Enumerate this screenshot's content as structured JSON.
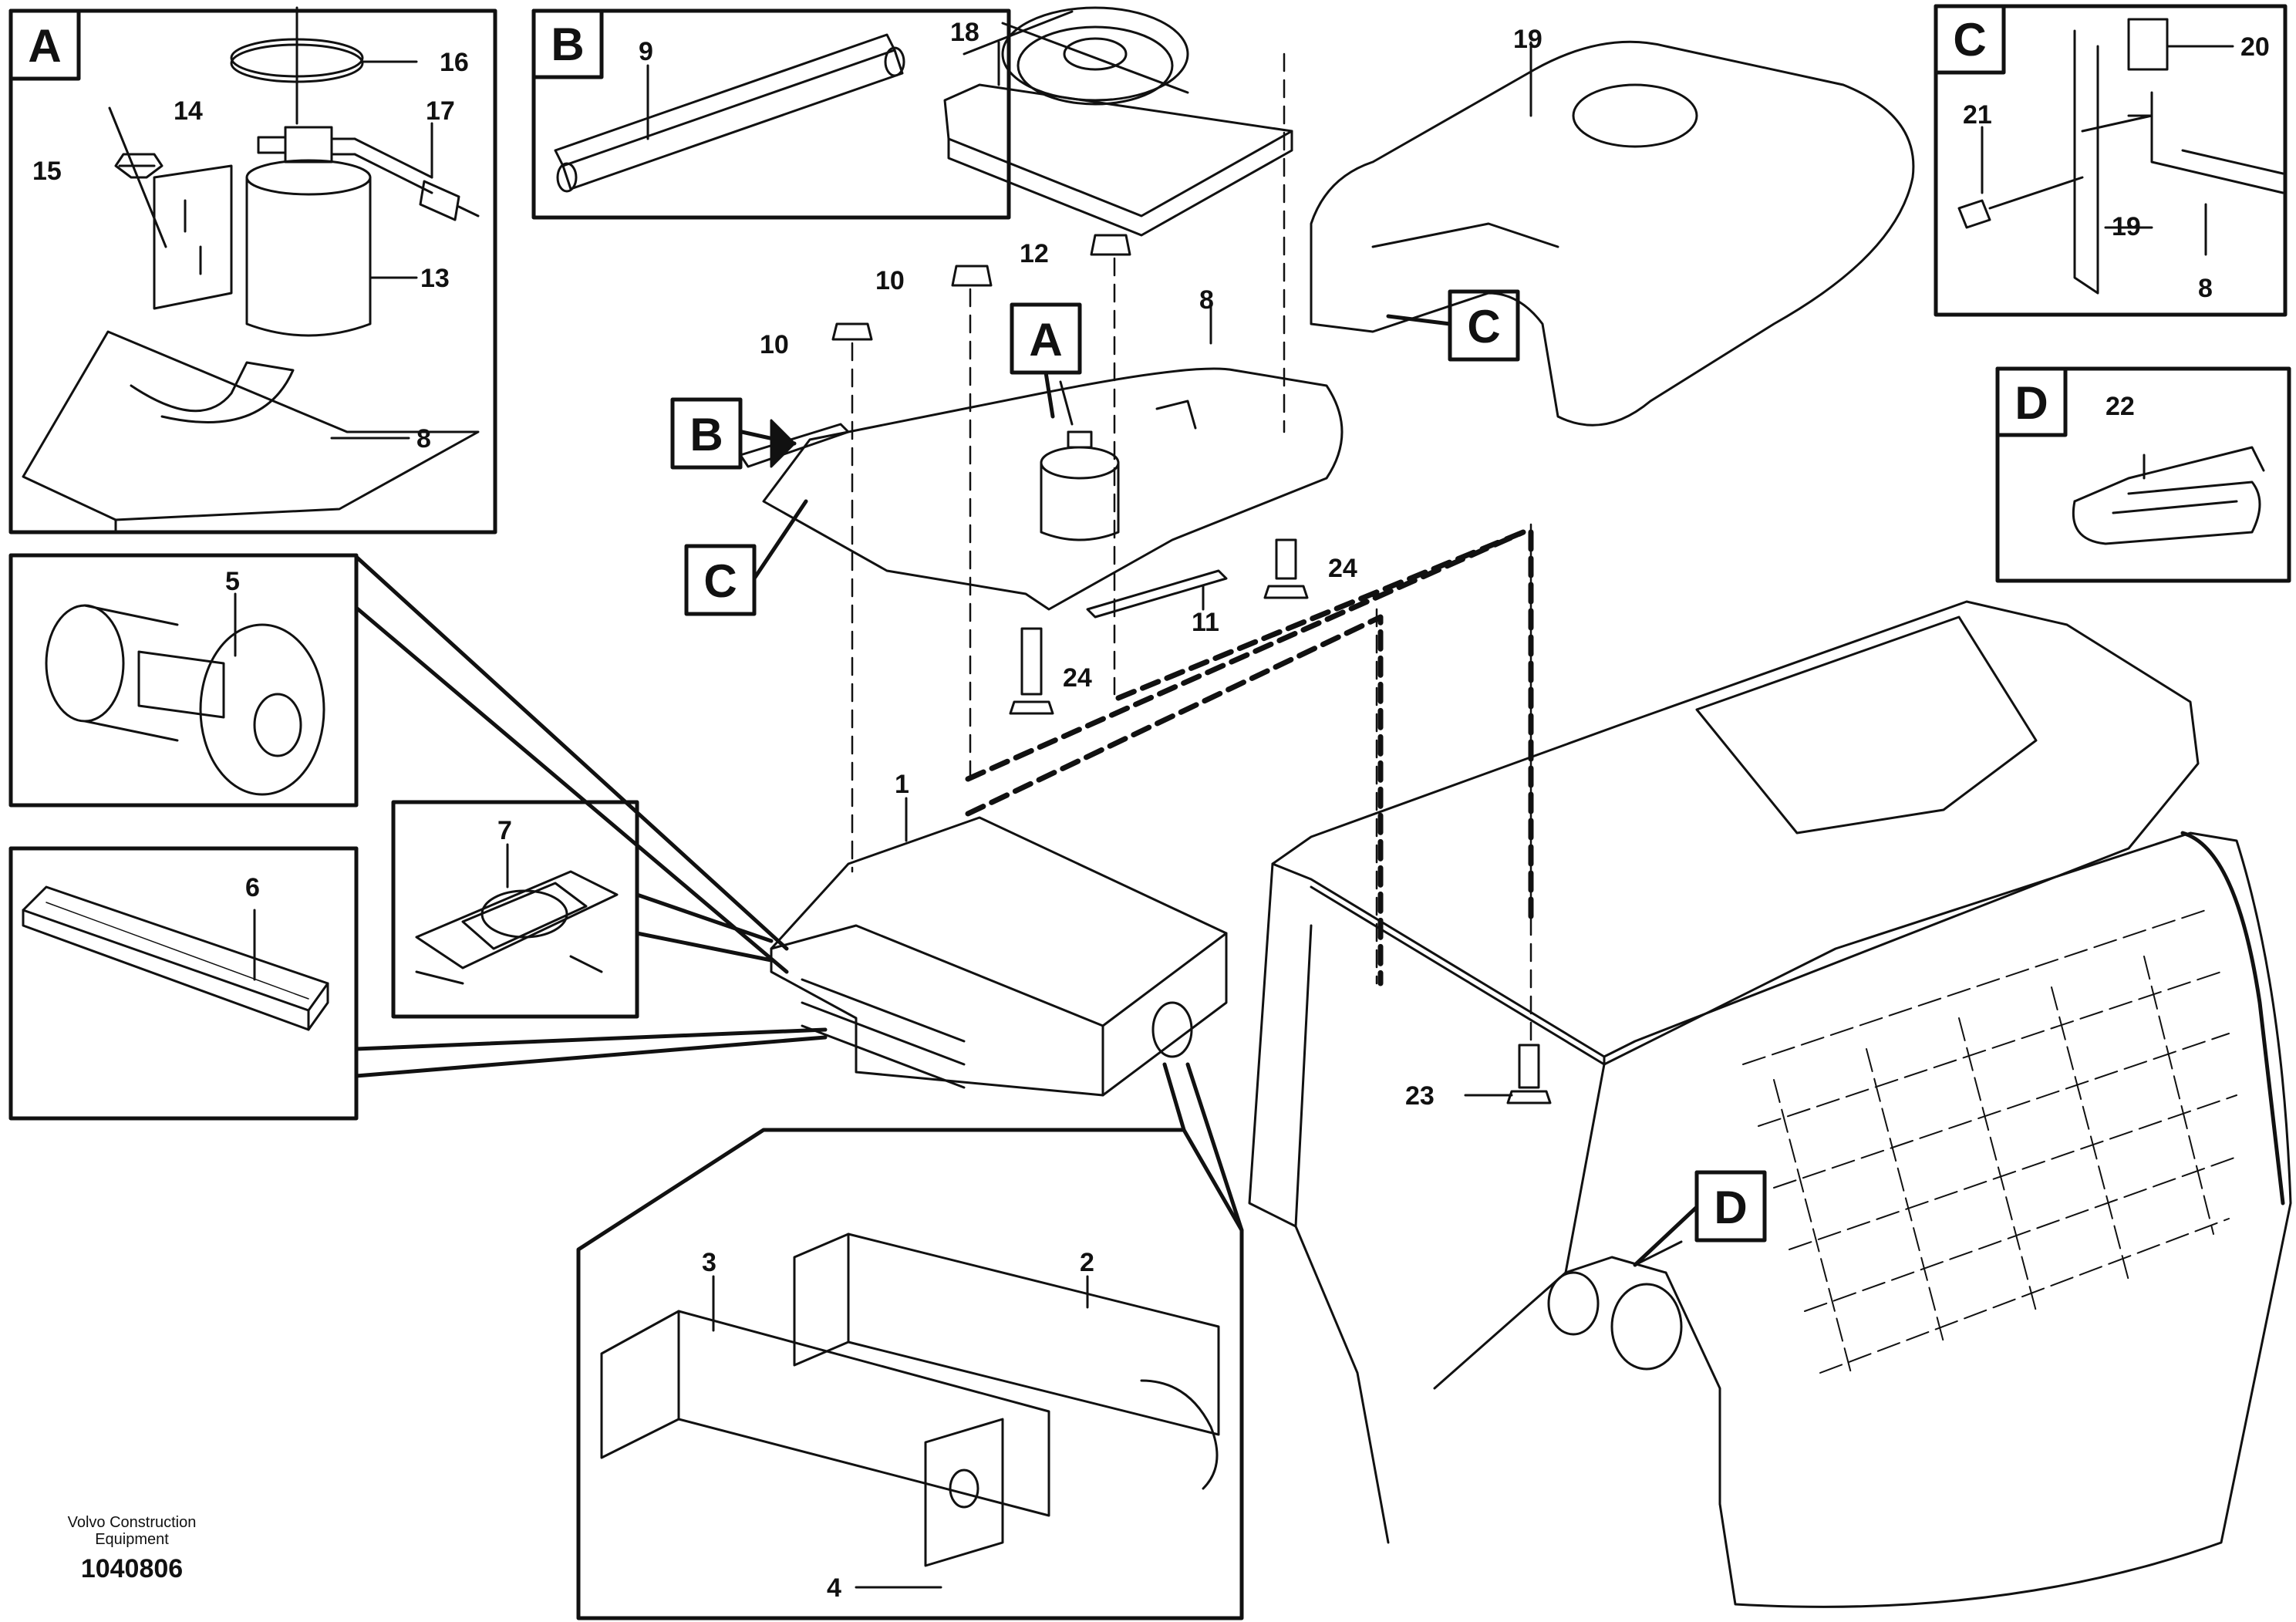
{
  "colors": {
    "line": "#111111",
    "paper": "#ffffff"
  },
  "detail_letters": {
    "a": "A",
    "b": "B",
    "c": "C",
    "d": "D"
  },
  "callouts": {
    "c1": "1",
    "c2": "2",
    "c3": "3",
    "c4": "4",
    "c5": "5",
    "c6": "6",
    "c7": "7",
    "c8": "8",
    "c9": "9",
    "c10": "10",
    "c11": "11",
    "c12": "12",
    "c13": "13",
    "c14": "14",
    "c15": "15",
    "c16": "16",
    "c17": "17",
    "c18": "18",
    "c19": "19",
    "c20": "20",
    "c21": "21",
    "c22": "22",
    "c23": "23",
    "c24": "24"
  },
  "footer": {
    "brand_line1": "Volvo Construction",
    "brand_line2": "Equipment",
    "doc_number": "1040806"
  }
}
